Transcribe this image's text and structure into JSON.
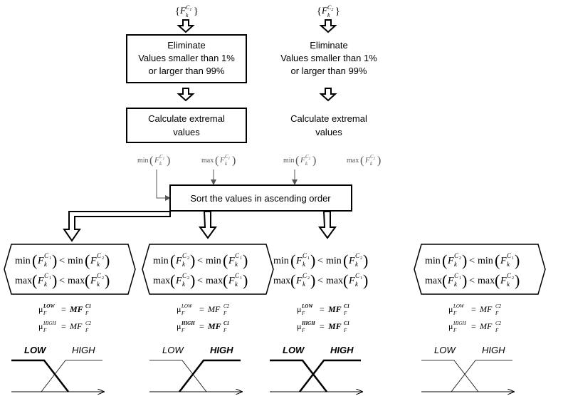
{
  "inputs": {
    "set1": "F_k^{C1}",
    "set2": "F_k^{C2}"
  },
  "steps": {
    "eliminate": [
      "Eliminate",
      "Values smaller than 1%",
      "or larger than 99%"
    ],
    "calculate": [
      "Calculate extremal",
      "values"
    ],
    "sort": "Sort the values in ascending order"
  },
  "extrema": {
    "min": "min",
    "max": "max",
    "labels": [
      "min(F_k^{C1})",
      "max(F_k^{C1})",
      "min(F_k^{C2})",
      "max(F_k^{C2})"
    ]
  },
  "cases": [
    {
      "conditions": [
        "min(F_k^{C1}) < min(F_k^{C2})",
        "max(F_k^{C1}) < max(F_k^{C2})"
      ],
      "mu_low": "MF^{C1}",
      "mu_high": "MF^{C2}",
      "bold_low": true,
      "bold_high": false,
      "low_label": "LOW",
      "high_label": "HIGH"
    },
    {
      "conditions": [
        "min(F_k^{C2}) < min(F_k^{C1})",
        "max(F_k^{C2}) < max(F_k^{C1})"
      ],
      "mu_low": "MF^{C2}",
      "mu_high": "MF^{C1}",
      "bold_low": false,
      "bold_high": true,
      "low_label": "LOW",
      "high_label": "HIGH"
    },
    {
      "conditions": [
        "min(F_k^{C1}) < min(F_k^{C2})",
        "max(F_k^{C2}) < max(F_k^{C1})"
      ],
      "mu_low": "MF^{C1}",
      "mu_high": "MF^{C1}",
      "bold_low": true,
      "bold_high": true,
      "low_label": "LOW",
      "high_label": "HIGH"
    },
    {
      "conditions": [
        "min(F_k^{C2}) < min(F_k^{C1})",
        "max(F_k^{C1}) < max(F_k^{C2})"
      ],
      "mu_low": "MF^{C2}",
      "mu_high": "MF^{C2}",
      "bold_low": false,
      "bold_high": false,
      "low_label": "LOW",
      "high_label": "HIGH"
    }
  ],
  "symbols": {
    "mu": "μ",
    "low_sup": "LOW",
    "high_sup": "HIGH",
    "lt": "<",
    "eq": "=",
    "mf": "MF"
  },
  "colors": {
    "line": "#000000",
    "thin": "#555555"
  }
}
